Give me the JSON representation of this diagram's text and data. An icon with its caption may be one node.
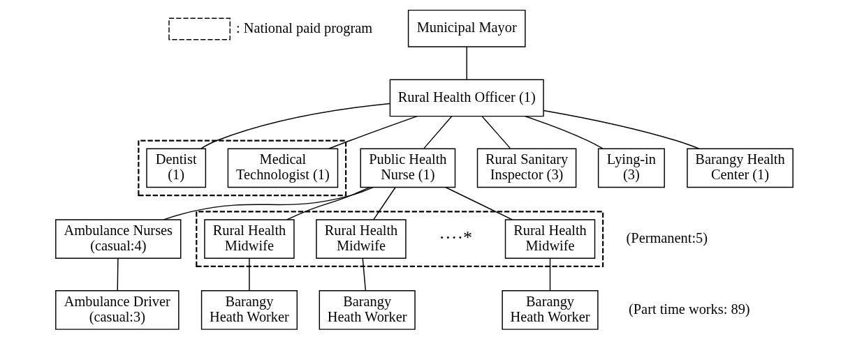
{
  "diagram": {
    "nodes": [
      {
        "text": [
          "Municipal Mayor"
        ]
      },
      {
        "text": [
          "Rural Health Officer (1)"
        ]
      },
      {
        "text": [],
        "shape": "box"
      },
      {
        "text": [
          "Dentist (1)"
        ],
        "in": 2
      },
      {
        "text": [
          "Medical Technologist (1)"
        ],
        "in": 2
      },
      {
        "text": [
          "Public Health Nurse (1)"
        ]
      },
      {
        "text": [
          "Rural Sanitary Inspector (3)"
        ]
      },
      {
        "text": [
          "Lying-in (3)"
        ]
      },
      {
        "text": [
          "Barangy Health Center (1)"
        ]
      },
      {
        "text": [
          "Ambulance Nurses (casual:4)"
        ]
      },
      {
        "text": [],
        "shape": "box"
      },
      {
        "text": [
          "Rural Health Midwife"
        ],
        "in": 10
      },
      {
        "text": [
          "Rural Health Midwife"
        ],
        "in": 10
      },
      {
        "text": [
          "Rural Health Midwife"
        ],
        "in": 10
      },
      {
        "text": [
          "Ambulance Driver (casual:3)"
        ]
      },
      {
        "text": [
          "Barangy Heath Worker"
        ]
      },
      {
        "text": [
          "Barangy Heath Worker"
        ]
      },
      {
        "text": [
          "Barangy Heath Worker"
        ]
      }
    ],
    "edges": [
      {
        "from": 0,
        "to": 1,
        "arrow": "none"
      },
      {
        "from": 1,
        "to": 3,
        "arrow": "none"
      },
      {
        "from": 1,
        "to": 4,
        "arrow": "none"
      },
      {
        "from": 1,
        "to": 5,
        "arrow": "none"
      },
      {
        "from": 1,
        "to": 6,
        "arrow": "none"
      },
      {
        "from": 1,
        "to": 7,
        "arrow": "none"
      },
      {
        "from": 1,
        "to": 8,
        "arrow": "none"
      },
      {
        "from": 5,
        "to": 9,
        "arrow": "none"
      },
      {
        "from": 5,
        "to": 11,
        "arrow": "none"
      },
      {
        "from": 5,
        "to": 12,
        "arrow": "none"
      },
      {
        "from": 5,
        "to": 13,
        "arrow": "none"
      },
      {
        "from": 9,
        "to": 14,
        "arrow": "none"
      },
      {
        "from": 11,
        "to": 15,
        "arrow": "none"
      },
      {
        "from": 12,
        "to": 16,
        "arrow": "none"
      },
      {
        "from": 13,
        "to": 17,
        "arrow": "none"
      }
    ],
    "labels": [
      "····*",
      "(Permanent:5)",
      "(Part time works: 89)"
    ],
    "legend": [
      {
        "text": ": National paid program"
      }
    ]
  }
}
